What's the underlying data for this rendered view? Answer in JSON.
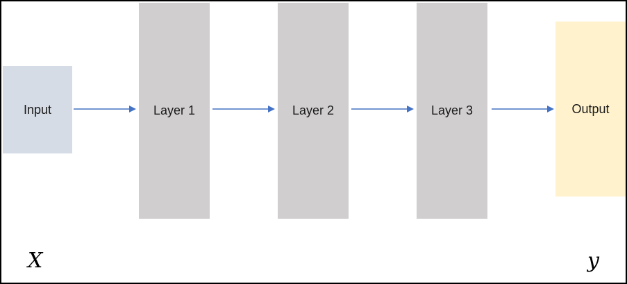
{
  "colors": {
    "input": "#d6dce5",
    "layer": "#d0cece",
    "output": "#fff2cc",
    "arrow": "#4472c4",
    "border": "#000000"
  },
  "blocks": {
    "input": "Input",
    "layer1": "Layer 1",
    "layer2": "Layer 2",
    "layer3": "Layer 3",
    "output": "Output"
  },
  "variables": {
    "x": "X",
    "y": "y"
  }
}
